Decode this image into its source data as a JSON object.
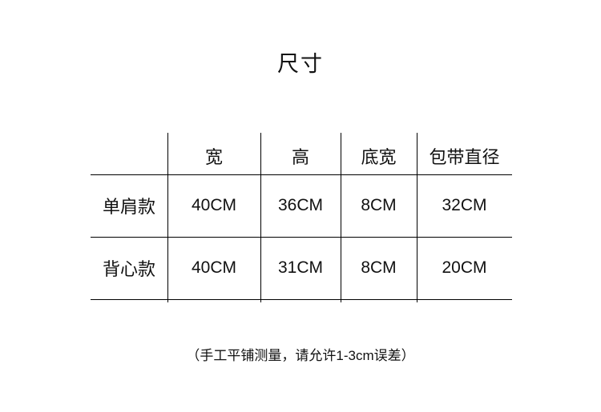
{
  "title": "尺寸",
  "table": {
    "columns": [
      "",
      "宽",
      "高",
      "底宽",
      "包带直径"
    ],
    "rows": [
      {
        "label": "单肩款",
        "values": [
          "40CM",
          "36CM",
          "8CM",
          "32CM"
        ]
      },
      {
        "label": "背心款",
        "values": [
          "40CM",
          "31CM",
          "8CM",
          "20CM"
        ]
      }
    ]
  },
  "footnote": "（手工平铺测量，请允许1-3cm误差）",
  "colors": {
    "text": "#111111",
    "rule": "#000000",
    "background": "#ffffff"
  }
}
